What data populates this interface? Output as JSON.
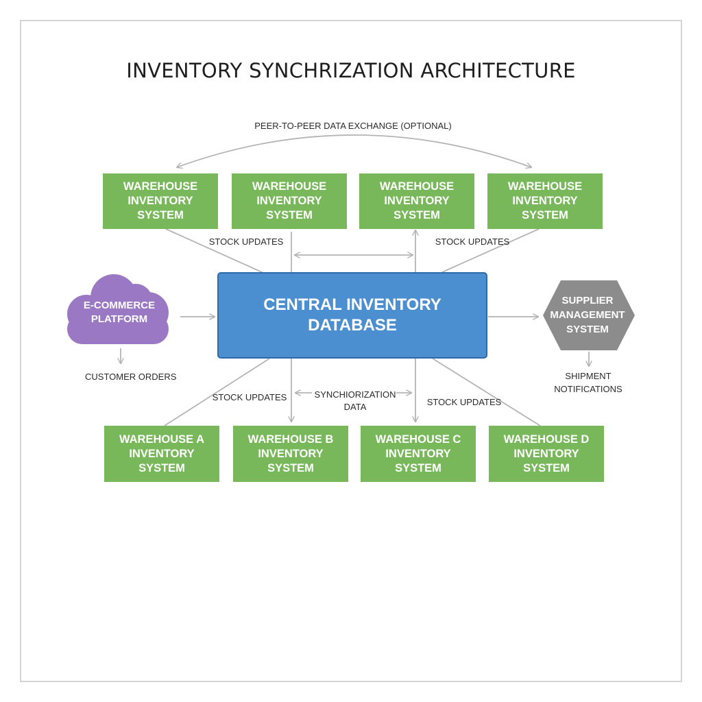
{
  "title": "INVENTORY SYNCHRIZATION ARCHITECTURE",
  "peer_label": "PEER-TO-PEER DATA EXCHANGE (OPTIONAL)",
  "top_warehouses": [
    {
      "label": "WAREHOUSE INVENTORY SYSTEM"
    },
    {
      "label": "WAREHOUSE INVENTORY SYSTEM"
    },
    {
      "label": "WAREHOUSE INVENTORY SYSTEM"
    },
    {
      "label": "WAREHOUSE INVENTORY SYSTEM"
    }
  ],
  "bottom_warehouses": [
    {
      "label": "WAREHOUSE A INVENTORY SYSTEM"
    },
    {
      "label": "WAREHOUSE B INVENTORY SYSTEM"
    },
    {
      "label": "WAREHOUSE C INVENTORY SYSTEM"
    },
    {
      "label": "WAREHOUSE D INVENTORY SYSTEM"
    }
  ],
  "central": {
    "label": "CENTRAL INVENTORY DATABASE"
  },
  "ecommerce": {
    "label": "E-COMMERCE PLATFORM"
  },
  "supplier": {
    "label": "SUPPLIER MANAGEMENT SYSTEM"
  },
  "labels": {
    "stock_updates_top_left": "STOCK UPDATES",
    "stock_updates_top_right": "STOCK UPDATES",
    "stock_updates_bottom_left": "STOCK UPDATES",
    "stock_updates_bottom_right": "STOCK UPDATES",
    "customer_orders": "CUSTOMER ORDERS",
    "sync_data": "SYNCHIORIZATION DATA",
    "shipment_notifications": "SHIPMENT NOTIFICATIONS"
  },
  "colors": {
    "warehouse": "#78b85b",
    "central": "#4c8fd0",
    "ecommerce": "#9a78c4",
    "supplier": "#8c8c8c",
    "connector": "#b4b4b4"
  }
}
